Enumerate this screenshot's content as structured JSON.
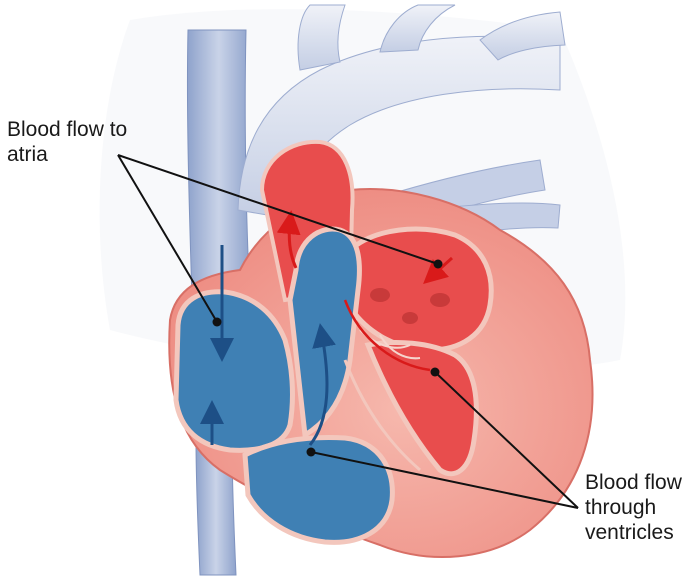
{
  "labels": {
    "atria": {
      "line1": "Blood flow to",
      "line2": "atria"
    },
    "ventricles": {
      "line1": "Blood flow",
      "line2": "through",
      "line3": "ventricles"
    }
  },
  "colors": {
    "deoxygenated_blue": "#3f80b4",
    "vein_blue": "#aab8d6",
    "oxygenated_red": "#e84d4d",
    "muscle_pink": "#f3a99f",
    "arrow_dark_blue": "#1d4f86",
    "arrow_red": "#d91a1a",
    "leader_line": "#111111"
  }
}
